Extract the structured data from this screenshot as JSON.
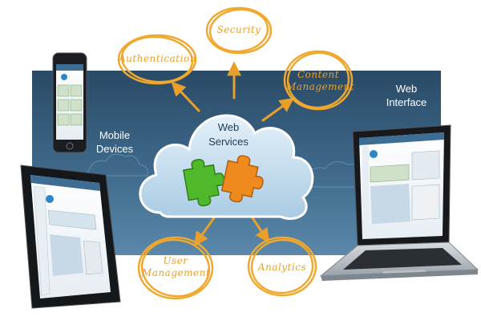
{
  "diagram": {
    "center": {
      "label": "Web\nServices"
    },
    "clients": {
      "mobile": "Mobile\nDevices",
      "web": "Web\nInterface"
    },
    "features": [
      {
        "id": "security",
        "label": "Security"
      },
      {
        "id": "authentication",
        "label": "Authentication"
      },
      {
        "id": "content-management",
        "label": "Content\nManagement"
      },
      {
        "id": "user-management",
        "label": "User\nManagement"
      },
      {
        "id": "analytics",
        "label": "Analytics"
      }
    ],
    "colors": {
      "accent": "#e8a02a",
      "backdrop": "#365a78",
      "cloud": "#bcd9ec",
      "puzzle_green": "#4fb82b",
      "puzzle_orange": "#ef8a1e"
    },
    "icons": [
      "smartphone-icon",
      "tablet-icon",
      "laptop-icon",
      "cloud-icon",
      "puzzle-piece-icon"
    ]
  }
}
